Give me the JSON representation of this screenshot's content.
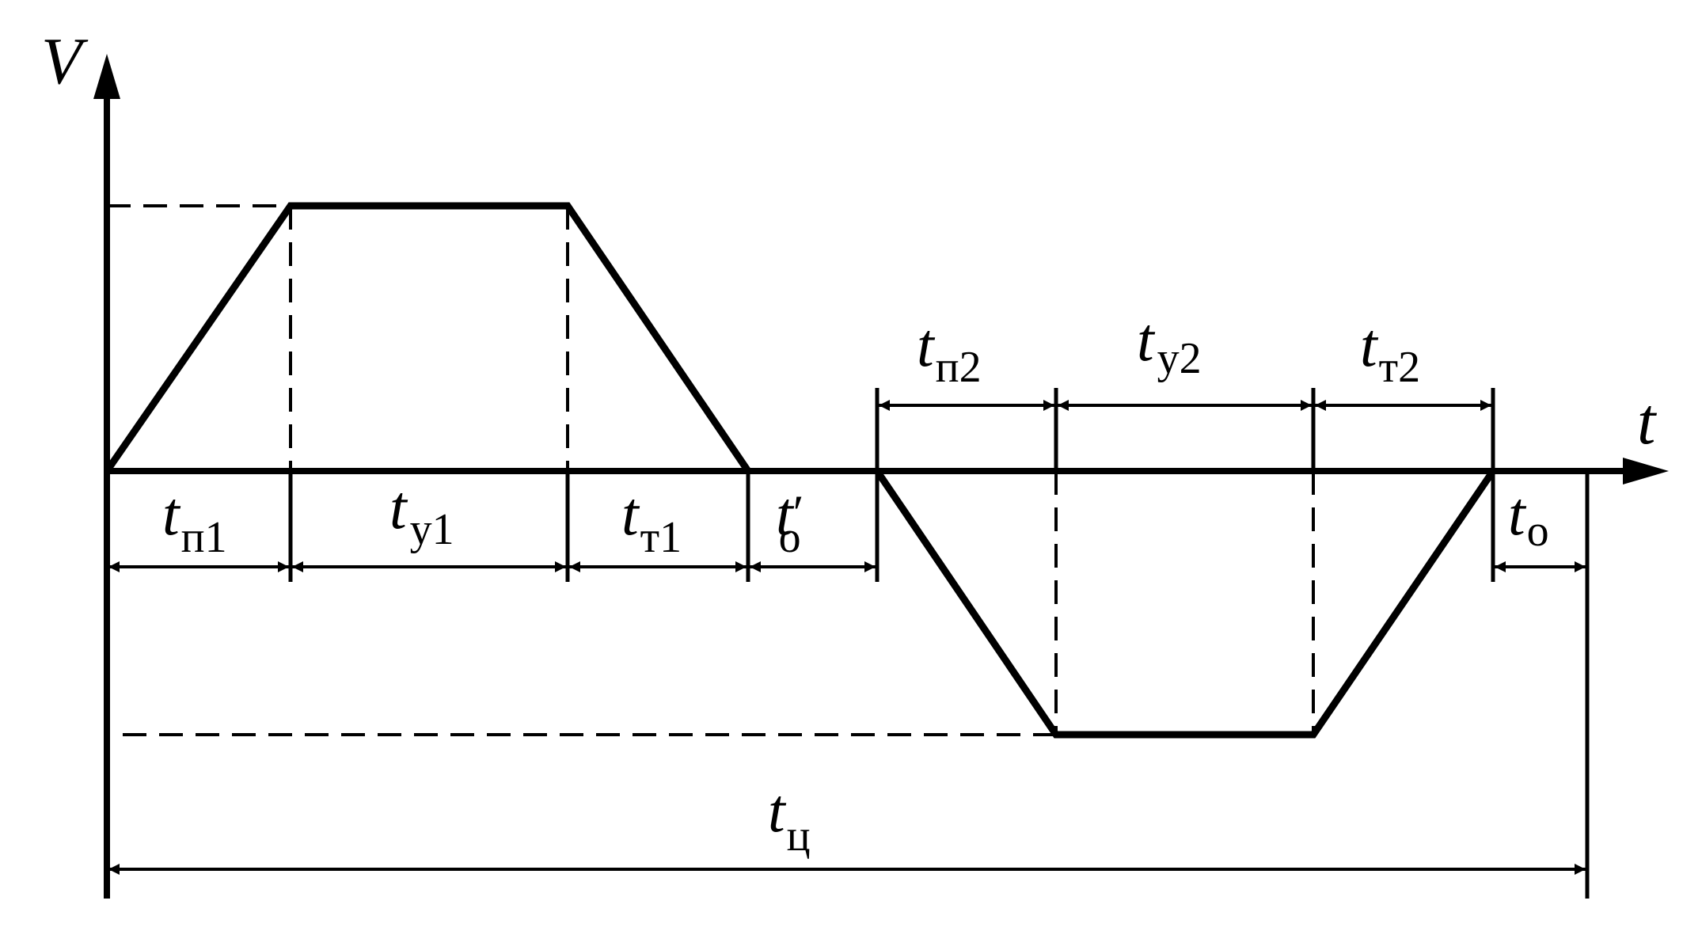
{
  "axes": {
    "y_label": "V",
    "x_label": "t"
  },
  "intervals": {
    "tp1": {
      "main": "t",
      "sub": "п1",
      "prime": ""
    },
    "ty1": {
      "main": "t",
      "sub": "у1",
      "prime": ""
    },
    "tt1": {
      "main": "t",
      "sub": "т1",
      "prime": ""
    },
    "to_prime": {
      "main": "t",
      "sub": "о",
      "prime": "′"
    },
    "tp2": {
      "main": "t",
      "sub": "п2",
      "prime": ""
    },
    "ty2": {
      "main": "t",
      "sub": "у2",
      "prime": ""
    },
    "tt2": {
      "main": "t",
      "sub": "т2",
      "prime": ""
    },
    "to": {
      "main": "t",
      "sub": "о",
      "prime": ""
    },
    "tc": {
      "main": "t",
      "sub": "ц",
      "prime": ""
    }
  },
  "colors": {
    "stroke": "#000000",
    "background": "#ffffff"
  }
}
